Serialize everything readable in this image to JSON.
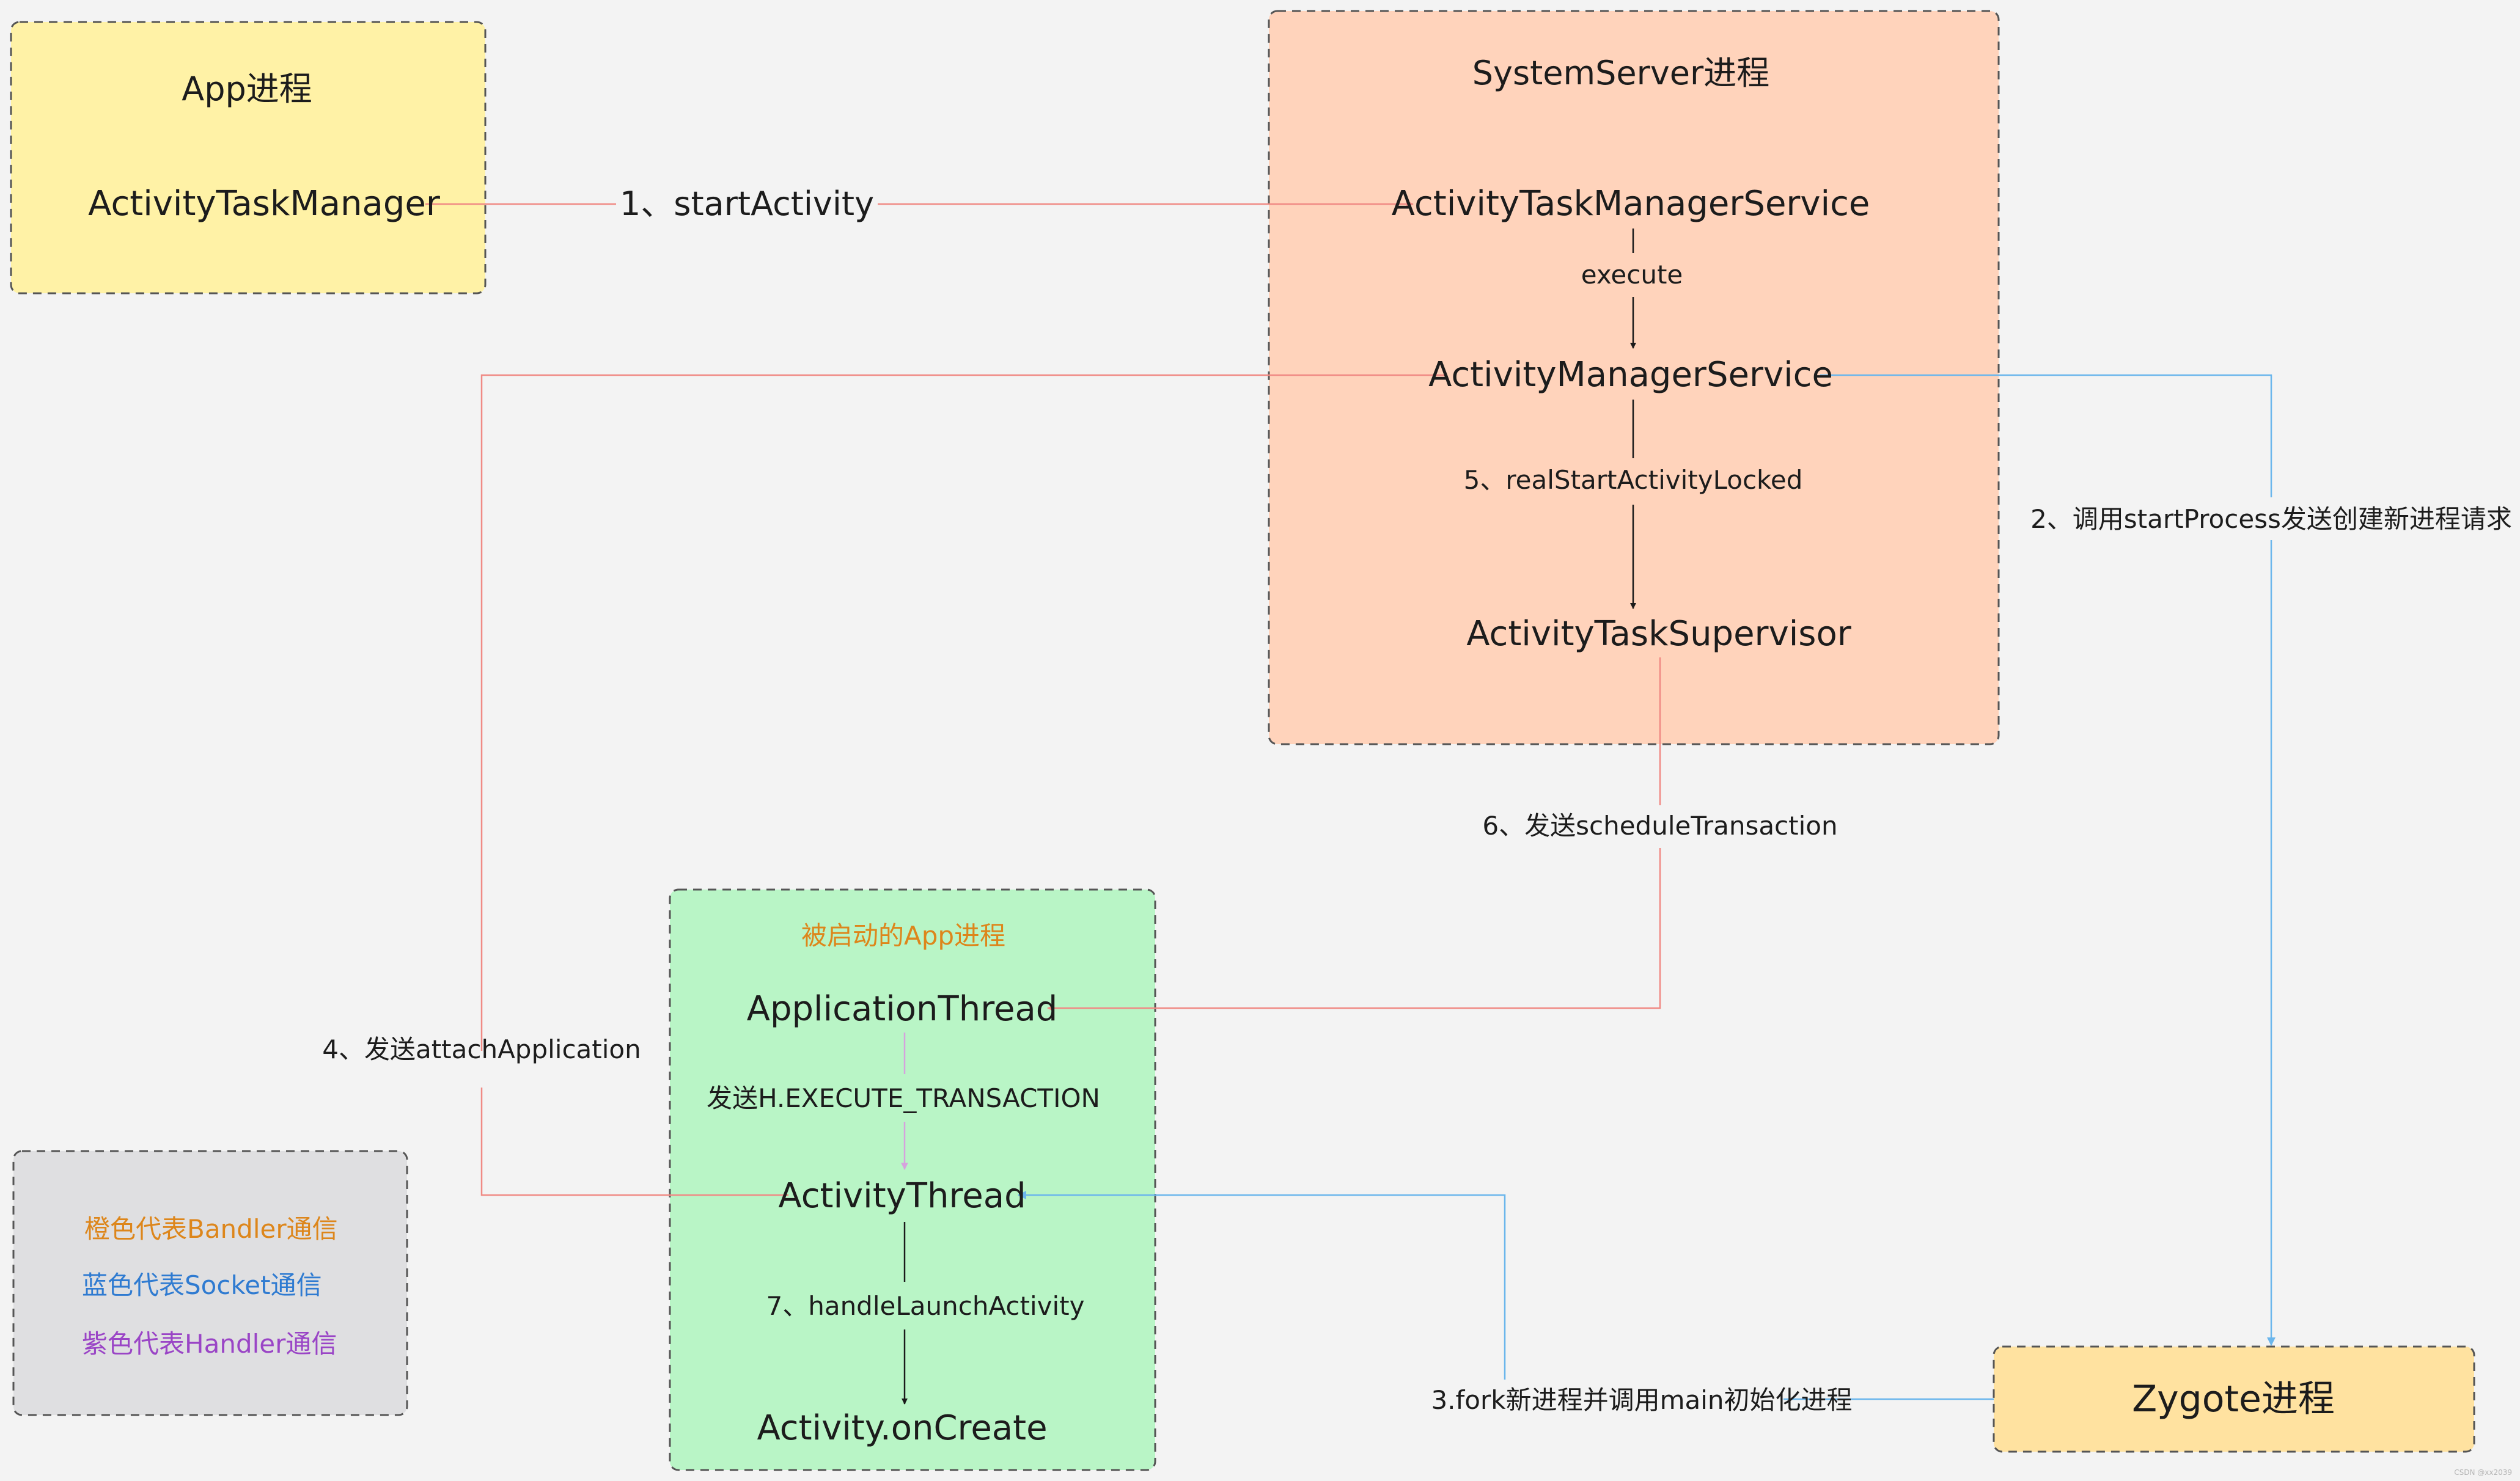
{
  "colors": {
    "background": "#f3f3f3",
    "app_box_fill": "#fff2a6",
    "system_server_fill": "#ffd3bb",
    "launched_app_fill": "#b9f5c6",
    "legend_fill": "#dfdfe1",
    "zygote_fill": "#ffe2a0",
    "binder_line": "#f08a84",
    "socket_line": "#6bb6ec",
    "handler_line": "#d6a2dd",
    "black_line": "#1a1a1a",
    "orange_text": "#dd861b",
    "blue_text": "#2f7bd1",
    "purple_text": "#9a45c6"
  },
  "app_process": {
    "title": "App进程",
    "node": "ActivityTaskManager"
  },
  "system_server": {
    "title": "SystemServer进程",
    "atms": "ActivityTaskManagerService",
    "ams": "ActivityManagerService",
    "supervisor": "ActivityTaskSupervisor",
    "execute_label": "execute",
    "real_start_label": "5、realStartActivityLocked"
  },
  "launched_app": {
    "title": "被启动的App进程",
    "application_thread": "ApplicationThread",
    "activity_thread": "ActivityThread",
    "on_create": "Activity.onCreate",
    "execute_transaction_label": "发送H.EXECUTE_TRANSACTION",
    "handle_launch_label": "7、handleLaunchActivity"
  },
  "zygote": {
    "title": "Zygote进程"
  },
  "edges": {
    "start_activity": "1、startActivity",
    "start_process": "2、调用startProcess发送创建新进程请求",
    "fork": "3.fork新进程并调用main初始化进程",
    "attach_application": "4、发送attachApplication",
    "schedule_transaction": "6、发送scheduleTransaction"
  },
  "legend": {
    "binder": "橙色代表Bandler通信",
    "socket": "蓝色代表Socket通信",
    "handler": "紫色代表Handler通信"
  },
  "watermark": "CSDN @xx2039"
}
